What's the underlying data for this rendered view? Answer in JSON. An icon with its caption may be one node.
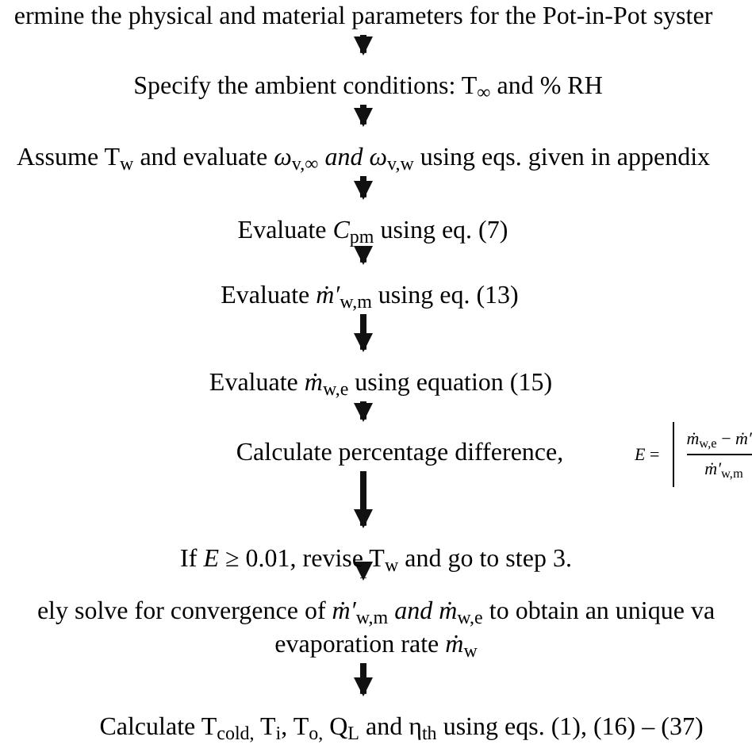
{
  "diagram": {
    "nodes": [
      {
        "text": [
          "ermine the physical and material parameters for the Pot-in-Pot syster"
        ]
      },
      {
        "text": [
          "Specify the ambient conditions: T$_{∞}$ and % RH"
        ]
      },
      {
        "text": [
          "Assume T$_{w}$ and evaluate *ω*$_{v,∞}$ *and ω*$_{v,w}$ using eqs. given in appendix"
        ]
      },
      {
        "text": [
          "Evaluate *C*$_{pm}$ using eq. (7)"
        ]
      },
      {
        "text": [
          "Evaluate *ṁ′*$_{w,m}$ using eq. (13)"
        ]
      },
      {
        "text": [
          "Evaluate *ṁ*$_{w,e}$ using equation (15)"
        ]
      },
      {
        "text": [
          "Calculate percentage difference,"
        ],
        "beside": [
          "*E* =",
          "*ṁ*$_{w,e}$ − *ṁ′*$_{w}$",
          "*ṁ′*$_{w,m}$"
        ]
      },
      {
        "text": [
          "If *E* ≥ 0.01, revise T$_{w}$ and go to step 3."
        ]
      },
      {
        "text": [
          "ely solve for convergence of *ṁ′*$_{w,m}$ *and ṁ*$_{w,e}$ to obtain an unique va evaporation rate *ṁ*$_{w}$"
        ]
      },
      {
        "text": [
          "Calculate T$_{cold,}$ T$_{i}$, T$_{o,}$ Q$_{L}$ and η$_{th}$ using eqs. (1), (16) – (37)"
        ]
      }
    ],
    "edges": [
      {
        "from": 0,
        "to": 1,
        "arrow": "to"
      },
      {
        "from": 1,
        "to": 2,
        "arrow": "to"
      },
      {
        "from": 2,
        "to": 3,
        "arrow": "to"
      },
      {
        "from": 3,
        "to": 4,
        "arrow": "to"
      },
      {
        "from": 4,
        "to": 5,
        "arrow": "to"
      },
      {
        "from": 5,
        "to": 6,
        "arrow": "to"
      },
      {
        "from": 6,
        "to": 7,
        "arrow": "to"
      },
      {
        "from": 7,
        "to": 8,
        "arrow": "to"
      },
      {
        "from": 8,
        "to": 9,
        "arrow": "to"
      }
    ]
  }
}
